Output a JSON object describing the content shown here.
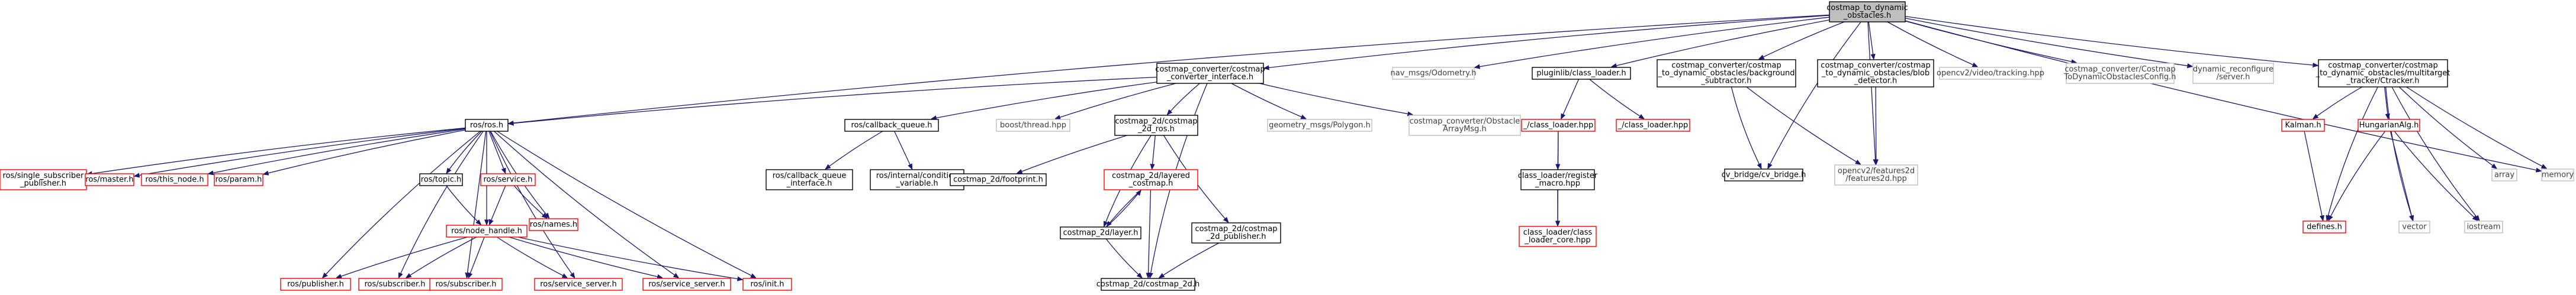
{
  "diagram": {
    "colors": {
      "edge": "#191970",
      "focus_fill": "#bfbfbf",
      "focus_stroke": "#000000",
      "doc_stroke": "#000000",
      "missing_stroke": "#ff0000",
      "external_stroke": "#bfbfbf",
      "text": "#000000",
      "external_text": "#404040"
    },
    "nodes": [
      {
        "id": "root",
        "lines": [
          "costmap_to_dynamic",
          "_obstacles.h"
        ],
        "kind": "focus"
      },
      {
        "id": "cci",
        "lines": [
          "costmap_converter/costmap",
          "_converter_interface.h"
        ],
        "kind": "doc"
      },
      {
        "id": "odom",
        "lines": [
          "nav_msgs/Odometry.h"
        ],
        "kind": "external"
      },
      {
        "id": "pl",
        "lines": [
          "pluginlib/class_loader.h"
        ],
        "kind": "doc"
      },
      {
        "id": "bgsub",
        "lines": [
          "costmap_converter/costmap",
          "_to_dynamic_obstacles/background",
          "_subtractor.h"
        ],
        "kind": "doc"
      },
      {
        "id": "blob",
        "lines": [
          "costmap_converter/costmap",
          "_to_dynamic_obstacles/blob",
          "_detector.h"
        ],
        "kind": "doc"
      },
      {
        "id": "cvtrack",
        "lines": [
          "opencv2/video/tracking.hpp"
        ],
        "kind": "external"
      },
      {
        "id": "cfg",
        "lines": [
          "costmap_converter/Costmap",
          "ToDynamicObstaclesConfig.h"
        ],
        "kind": "external"
      },
      {
        "id": "dynsrv",
        "lines": [
          "dynamic_reconfigure",
          "/server.h"
        ],
        "kind": "external"
      },
      {
        "id": "ctracker",
        "lines": [
          "costmap_converter/costmap",
          "_to_dynamic_obstacles/multitarget",
          "_tracker/Ctracker.h"
        ],
        "kind": "doc"
      },
      {
        "id": "memory",
        "lines": [
          "memory"
        ],
        "kind": "external"
      },
      {
        "id": "rosh",
        "lines": [
          "ros/ros.h"
        ],
        "kind": "doc"
      },
      {
        "id": "cbq",
        "lines": [
          "ros/callback_queue.h"
        ],
        "kind": "doc"
      },
      {
        "id": "bthread",
        "lines": [
          "boost/thread.hpp"
        ],
        "kind": "external"
      },
      {
        "id": "c2dros",
        "lines": [
          "costmap_2d/costmap",
          "_2d_ros.h"
        ],
        "kind": "doc"
      },
      {
        "id": "poly",
        "lines": [
          "geometry_msgs/Polygon.h"
        ],
        "kind": "external"
      },
      {
        "id": "obsarr",
        "lines": [
          "costmap_converter/Obstacle",
          "ArrayMsg.h"
        ],
        "kind": "external"
      },
      {
        "id": "pcl_a",
        "lines": [
          "_/class_loader.hpp"
        ],
        "kind": "missing"
      },
      {
        "id": "pcl_b",
        "lines": [
          "_/class_loader.hpp"
        ],
        "kind": "missing"
      },
      {
        "id": "cvbridge",
        "lines": [
          "cv_bridge/cv_bridge.h"
        ],
        "kind": "doc"
      },
      {
        "id": "cvf2d",
        "lines": [
          "opencv2/features2d",
          "/features2d.hpp"
        ],
        "kind": "external"
      },
      {
        "id": "kalman",
        "lines": [
          "Kalman.h"
        ],
        "kind": "missing"
      },
      {
        "id": "hung",
        "lines": [
          "HungarianAlg.h"
        ],
        "kind": "missing"
      },
      {
        "id": "array",
        "lines": [
          "array"
        ],
        "kind": "external"
      },
      {
        "id": "ssp",
        "lines": [
          "ros/single_subscriber",
          "_publisher.h"
        ],
        "kind": "missing"
      },
      {
        "id": "master",
        "lines": [
          "ros/master.h"
        ],
        "kind": "missing"
      },
      {
        "id": "thisnode",
        "lines": [
          "ros/this_node.h"
        ],
        "kind": "missing"
      },
      {
        "id": "param",
        "lines": [
          "ros/param.h"
        ],
        "kind": "missing"
      },
      {
        "id": "topic",
        "lines": [
          "ros/topic.h"
        ],
        "kind": "doc"
      },
      {
        "id": "service",
        "lines": [
          "ros/service.h"
        ],
        "kind": "missing"
      },
      {
        "id": "cbqi",
        "lines": [
          "ros/callback_queue",
          "_interface.h"
        ],
        "kind": "doc"
      },
      {
        "id": "intcond",
        "lines": [
          "ros/internal/condition",
          "_variable.h"
        ],
        "kind": "doc"
      },
      {
        "id": "fp",
        "lines": [
          "costmap_2d/footprint.h"
        ],
        "kind": "doc"
      },
      {
        "id": "layered",
        "lines": [
          "costmap_2d/layered",
          "_costmap.h"
        ],
        "kind": "missing"
      },
      {
        "id": "c2dpub",
        "lines": [
          "costmap_2d/costmap",
          "_2d_publisher.h"
        ],
        "kind": "doc"
      },
      {
        "id": "clreg",
        "lines": [
          "class_loader/register",
          "_macro.hpp"
        ],
        "kind": "doc"
      },
      {
        "id": "defines",
        "lines": [
          "defines.h"
        ],
        "kind": "missing"
      },
      {
        "id": "vector",
        "lines": [
          "vector"
        ],
        "kind": "external"
      },
      {
        "id": "iostream",
        "lines": [
          "iostream"
        ],
        "kind": "external"
      },
      {
        "id": "nodeh",
        "lines": [
          "ros/node_handle.h"
        ],
        "kind": "missing"
      },
      {
        "id": "names",
        "lines": [
          "ros/names.h"
        ],
        "kind": "missing"
      },
      {
        "id": "layer",
        "lines": [
          "costmap_2d/layer.h"
        ],
        "kind": "doc"
      },
      {
        "id": "clcore",
        "lines": [
          "class_loader/class",
          "_loader_core.hpp"
        ],
        "kind": "missing"
      },
      {
        "id": "pub",
        "lines": [
          "ros/publisher.h"
        ],
        "kind": "missing"
      },
      {
        "id": "sub1",
        "lines": [
          "ros/subscriber.h"
        ],
        "kind": "missing"
      },
      {
        "id": "sub2",
        "lines": [
          "ros/subscriber.h"
        ],
        "kind": "missing"
      },
      {
        "id": "srvsrv1",
        "lines": [
          "ros/service_server.h"
        ],
        "kind": "missing"
      },
      {
        "id": "srvsrv2",
        "lines": [
          "ros/service_server.h"
        ],
        "kind": "missing"
      },
      {
        "id": "init",
        "lines": [
          "ros/init.h"
        ],
        "kind": "missing"
      },
      {
        "id": "c2d",
        "lines": [
          "costmap_2d/costmap_2d.h"
        ],
        "kind": "doc"
      }
    ],
    "edges": [
      [
        "root",
        "cci"
      ],
      [
        "root",
        "odom"
      ],
      [
        "root",
        "pl"
      ],
      [
        "root",
        "bgsub"
      ],
      [
        "root",
        "blob"
      ],
      [
        "root",
        "cvtrack"
      ],
      [
        "root",
        "cfg"
      ],
      [
        "root",
        "dynsrv"
      ],
      [
        "root",
        "ctracker"
      ],
      [
        "root",
        "memory"
      ],
      [
        "root",
        "rosh"
      ],
      [
        "root",
        "cvbridge"
      ],
      [
        "root",
        "cvf2d"
      ],
      [
        "cci",
        "rosh"
      ],
      [
        "cci",
        "cbq"
      ],
      [
        "cci",
        "bthread"
      ],
      [
        "cci",
        "c2dros"
      ],
      [
        "cci",
        "poly"
      ],
      [
        "cci",
        "obsarr"
      ],
      [
        "cci",
        "c2d"
      ],
      [
        "pl",
        "pcl_a"
      ],
      [
        "pl",
        "pcl_b"
      ],
      [
        "bgsub",
        "cvbridge"
      ],
      [
        "bgsub",
        "cvf2d"
      ],
      [
        "blob",
        "cvf2d"
      ],
      [
        "ctracker",
        "kalman"
      ],
      [
        "ctracker",
        "hung"
      ],
      [
        "ctracker",
        "array"
      ],
      [
        "ctracker",
        "memory"
      ],
      [
        "ctracker",
        "defines"
      ],
      [
        "ctracker",
        "vector"
      ],
      [
        "ctracker",
        "iostream"
      ],
      [
        "kalman",
        "defines"
      ],
      [
        "hung",
        "defines"
      ],
      [
        "hung",
        "vector"
      ],
      [
        "hung",
        "iostream"
      ],
      [
        "rosh",
        "ssp"
      ],
      [
        "rosh",
        "master"
      ],
      [
        "rosh",
        "thisnode"
      ],
      [
        "rosh",
        "param"
      ],
      [
        "rosh",
        "topic"
      ],
      [
        "rosh",
        "service"
      ],
      [
        "rosh",
        "nodeh"
      ],
      [
        "rosh",
        "names"
      ],
      [
        "rosh",
        "pub"
      ],
      [
        "rosh",
        "sub1"
      ],
      [
        "rosh",
        "sub2"
      ],
      [
        "rosh",
        "srvsrv1"
      ],
      [
        "rosh",
        "srvsrv2"
      ],
      [
        "rosh",
        "init"
      ],
      [
        "cbq",
        "cbqi"
      ],
      [
        "cbq",
        "intcond"
      ],
      [
        "c2dros",
        "fp"
      ],
      [
        "c2dros",
        "layered"
      ],
      [
        "c2dros",
        "layer"
      ],
      [
        "c2dros",
        "c2dpub"
      ],
      [
        "layered",
        "layer"
      ],
      [
        "layered",
        "c2d"
      ],
      [
        "layer",
        "layered"
      ],
      [
        "layer",
        "c2d"
      ],
      [
        "c2dpub",
        "c2d"
      ],
      [
        "pcl_a",
        "clreg"
      ],
      [
        "pcl_a",
        "clcore"
      ],
      [
        "clreg",
        "clcore"
      ],
      [
        "topic",
        "nodeh"
      ],
      [
        "service",
        "nodeh"
      ],
      [
        "service",
        "names"
      ],
      [
        "nodeh",
        "pub"
      ],
      [
        "nodeh",
        "sub1"
      ],
      [
        "nodeh",
        "sub2"
      ],
      [
        "nodeh",
        "srvsrv1"
      ],
      [
        "nodeh",
        "srvsrv2"
      ],
      [
        "nodeh",
        "init"
      ]
    ]
  }
}
